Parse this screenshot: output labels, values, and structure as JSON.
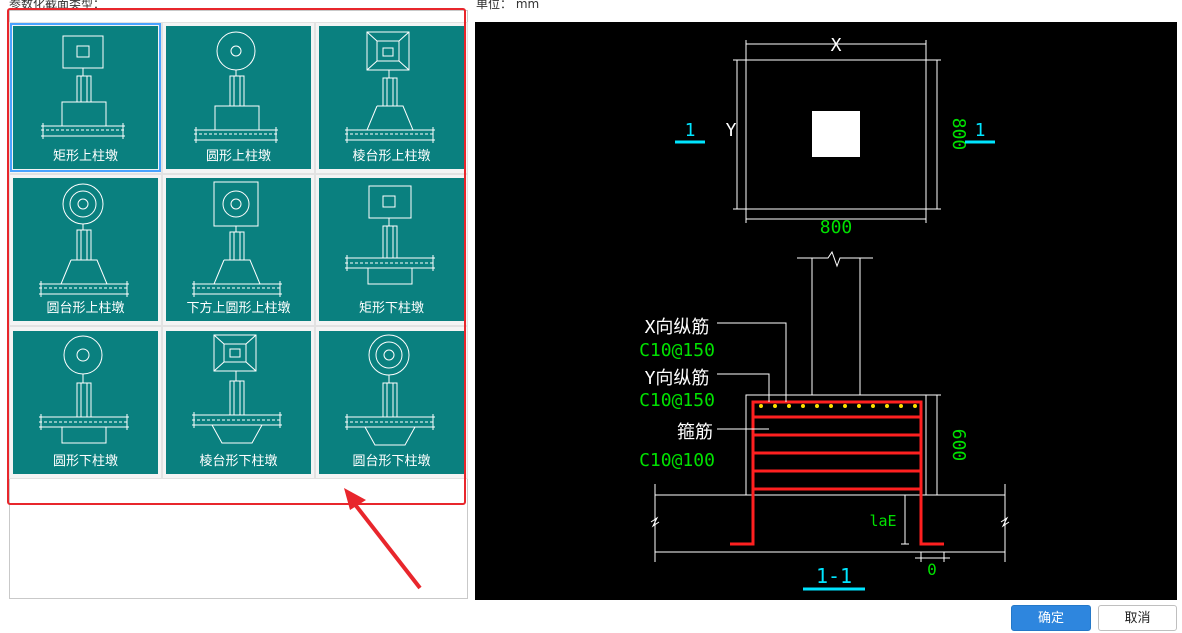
{
  "header": {
    "section_title": "参数化截面类型：",
    "unit_label": "单位：",
    "unit_value": "mm"
  },
  "section_types": [
    {
      "label": "矩形上柱墩",
      "icon": "rect-upper-pier-icon",
      "selected": true
    },
    {
      "label": "圆形上柱墩",
      "icon": "circle-upper-pier-icon",
      "selected": false
    },
    {
      "label": "棱台形上柱墩",
      "icon": "frustum-upper-pier-icon",
      "selected": false
    },
    {
      "label": "圆台形上柱墩",
      "icon": "round-frustum-upper-pier-icon",
      "selected": false
    },
    {
      "label": "下方上圆形上柱墩",
      "icon": "square-base-round-top-upper-pier-icon",
      "selected": false
    },
    {
      "label": "矩形下柱墩",
      "icon": "rect-lower-pier-icon",
      "selected": false
    },
    {
      "label": "圆形下柱墩",
      "icon": "circle-lower-pier-icon",
      "selected": false
    },
    {
      "label": "棱台形下柱墩",
      "icon": "frustum-lower-pier-icon",
      "selected": false
    },
    {
      "label": "圆台形下柱墩",
      "icon": "round-frustum-lower-pier-icon",
      "selected": false
    }
  ],
  "preview": {
    "plan": {
      "dim_x_label": "X",
      "dim_y_label": "Y",
      "dim_x_value": "800",
      "dim_y_value": "800",
      "section_mark_left": "1",
      "section_mark_right": "1"
    },
    "section": {
      "x_rebar_label": "X向纵筋",
      "x_rebar_value": "C10@150",
      "y_rebar_label": "Y向纵筋",
      "y_rebar_value": "C10@150",
      "stirrup_label": "箍筋",
      "stirrup_value": "C10@100",
      "height_value": "600",
      "anchor_label": "laE",
      "cover_value": "0",
      "section_name": "1-1"
    }
  },
  "buttons": {
    "ok": "确定",
    "cancel": "取消"
  },
  "colors": {
    "tile_bg": "#0a807f",
    "highlight_red": "#e8262c",
    "cad_green": "#00e000",
    "cad_cyan": "#00e5ff",
    "rebar_red": "#ff2020",
    "primary_blue": "#2e86de"
  }
}
